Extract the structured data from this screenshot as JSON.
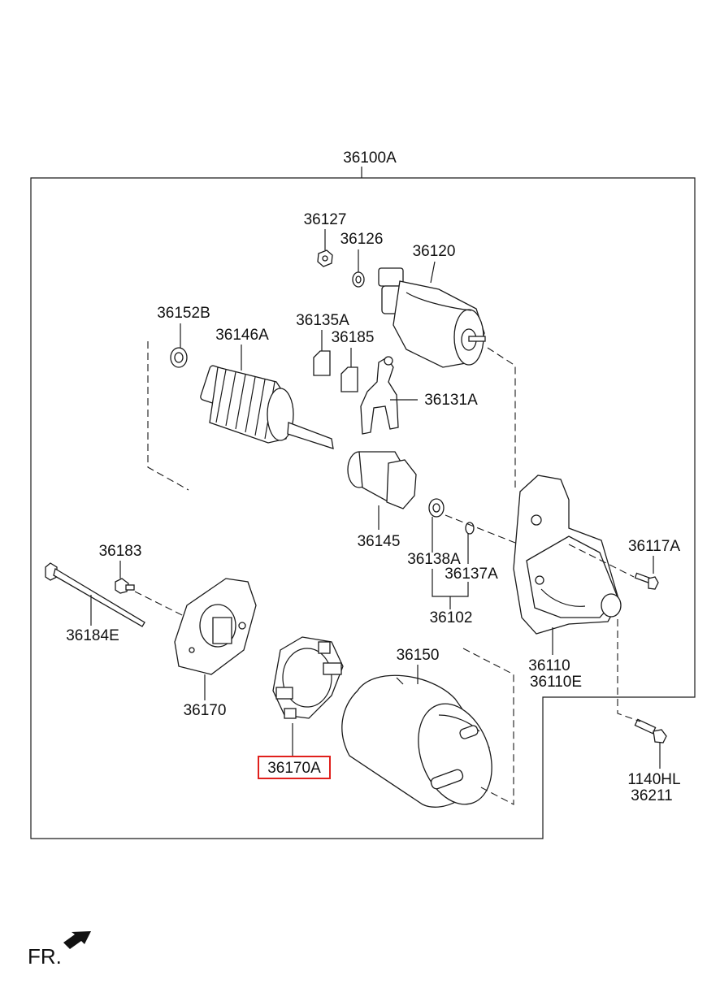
{
  "assembly_label": "36100A",
  "labels": {
    "p36127": "36127",
    "p36126": "36126",
    "p36120": "36120",
    "p36152B": "36152B",
    "p36135A": "36135A",
    "p36146A": "36146A",
    "p36185": "36185",
    "p36131A": "36131A",
    "p36145": "36145",
    "p36138A": "36138A",
    "p36137A": "36137A",
    "p36102": "36102",
    "p36117A": "36117A",
    "p36183": "36183",
    "p36184E": "36184E",
    "p36170": "36170",
    "p36150": "36150",
    "p36110": "36110",
    "p36110E": "36110E",
    "p36170A": "36170A",
    "p1140HL": "1140HL",
    "p36211": "36211"
  },
  "highlighted_part": "36170A",
  "highlight_color": "#e0201c",
  "direction_indicator": "FR."
}
